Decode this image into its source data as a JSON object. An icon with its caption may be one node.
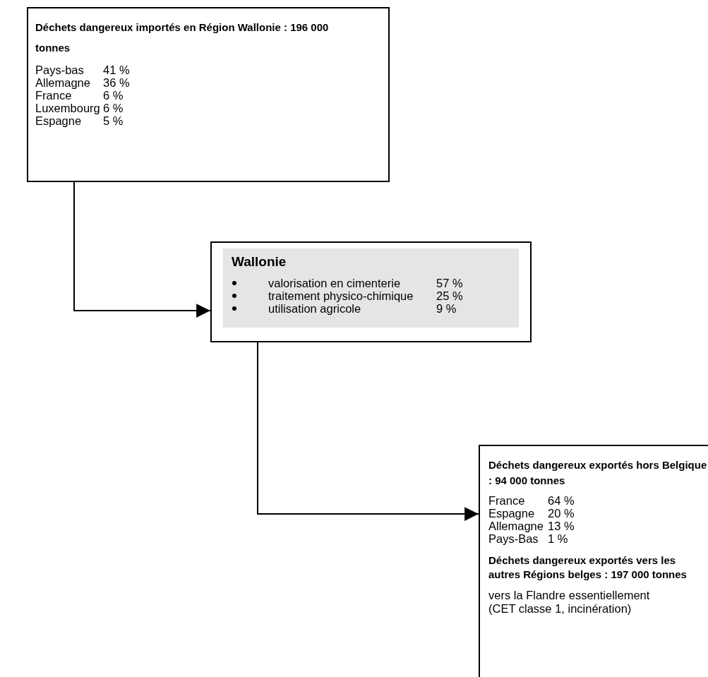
{
  "diagram": {
    "nodes": [
      {
        "text": [
          "Déchets dangereux importés en Région Wallonie : 196 000 tonnes",
          "Pays-bas",
          "41 %",
          "Allemagne",
          "36 %",
          "France",
          "6 %",
          "Luxembourg",
          "6 %",
          "Espagne",
          "5 %"
        ]
      },
      {
        "text": [
          "Wallonie",
          "valorisation en cimenterie",
          "57 %",
          "traitement physico-chimique",
          "25 %",
          "utilisation agricole",
          "9 %"
        ]
      },
      {
        "text": [
          "Déchets dangereux exportés hors Belgique : 94 000 tonnes",
          "France",
          "64 %",
          "Espagne",
          "20 %",
          "Allemagne",
          "13 %",
          "Pays-Bas",
          "1 %",
          "Déchets dangereux exportés vers les autres Régions belges : 197 000 tonnes",
          "vers la Flandre essentiellement (CET classe 1, incinération)"
        ]
      }
    ],
    "edges": [
      {
        "from": 0,
        "to": 1,
        "arrow": "to"
      },
      {
        "from": 1,
        "to": 2,
        "arrow": "to"
      }
    ]
  }
}
